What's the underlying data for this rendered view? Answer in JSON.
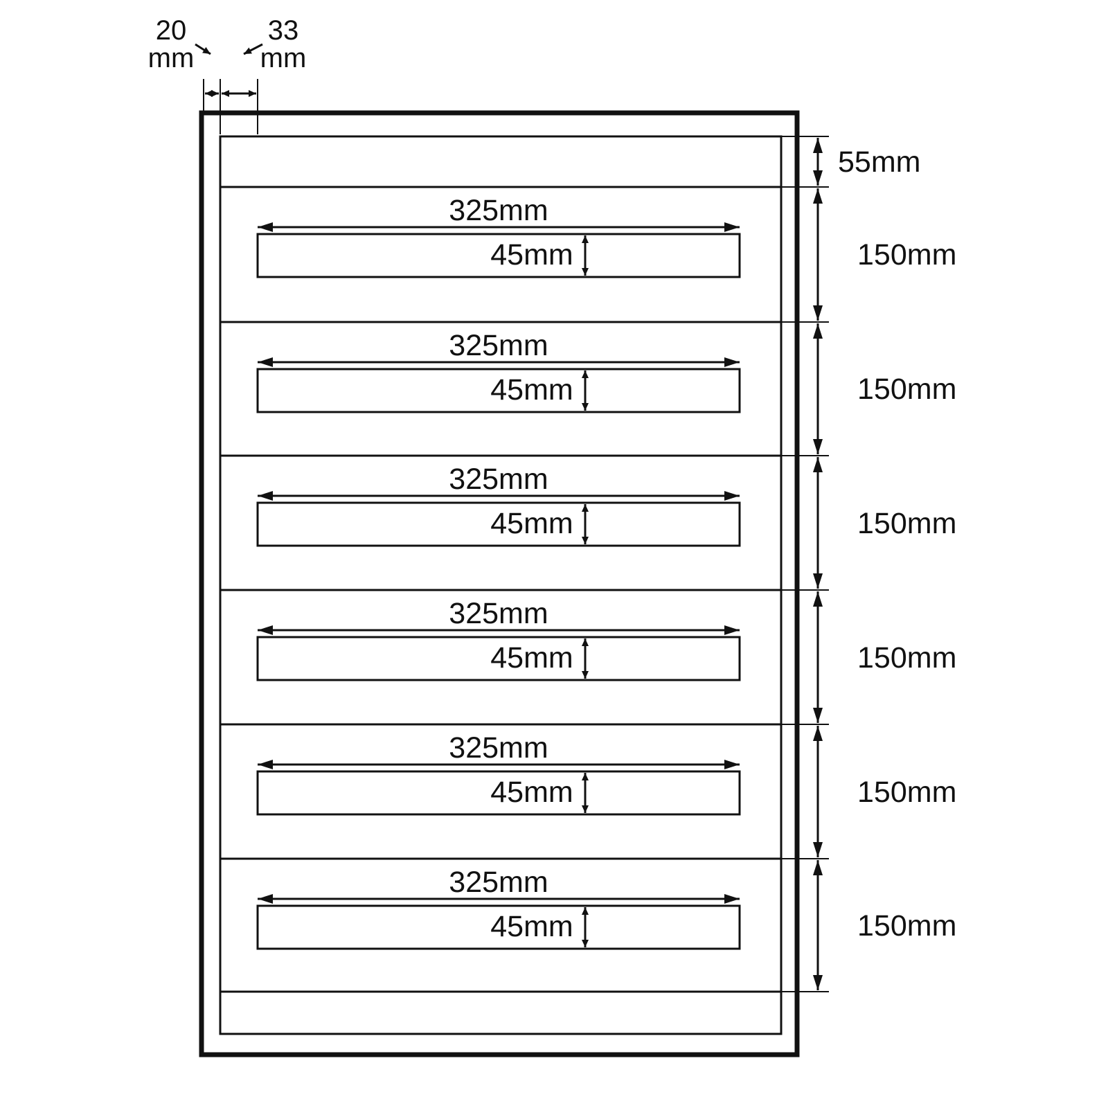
{
  "diagram": {
    "top_dimensions": {
      "left_wall": {
        "value": "20",
        "unit": "mm"
      },
      "slot_offset": {
        "value": "33",
        "unit": "mm"
      }
    },
    "right_dimensions": {
      "top_gap": "55mm",
      "rows": [
        "150mm",
        "150mm",
        "150mm",
        "150mm",
        "150mm",
        "150mm"
      ]
    },
    "slots": [
      {
        "width_label": "325mm",
        "height_label": "45mm"
      },
      {
        "width_label": "325mm",
        "height_label": "45mm"
      },
      {
        "width_label": "325mm",
        "height_label": "45mm"
      },
      {
        "width_label": "325mm",
        "height_label": "45mm"
      },
      {
        "width_label": "325mm",
        "height_label": "45mm"
      },
      {
        "width_label": "325mm",
        "height_label": "45mm"
      }
    ]
  }
}
